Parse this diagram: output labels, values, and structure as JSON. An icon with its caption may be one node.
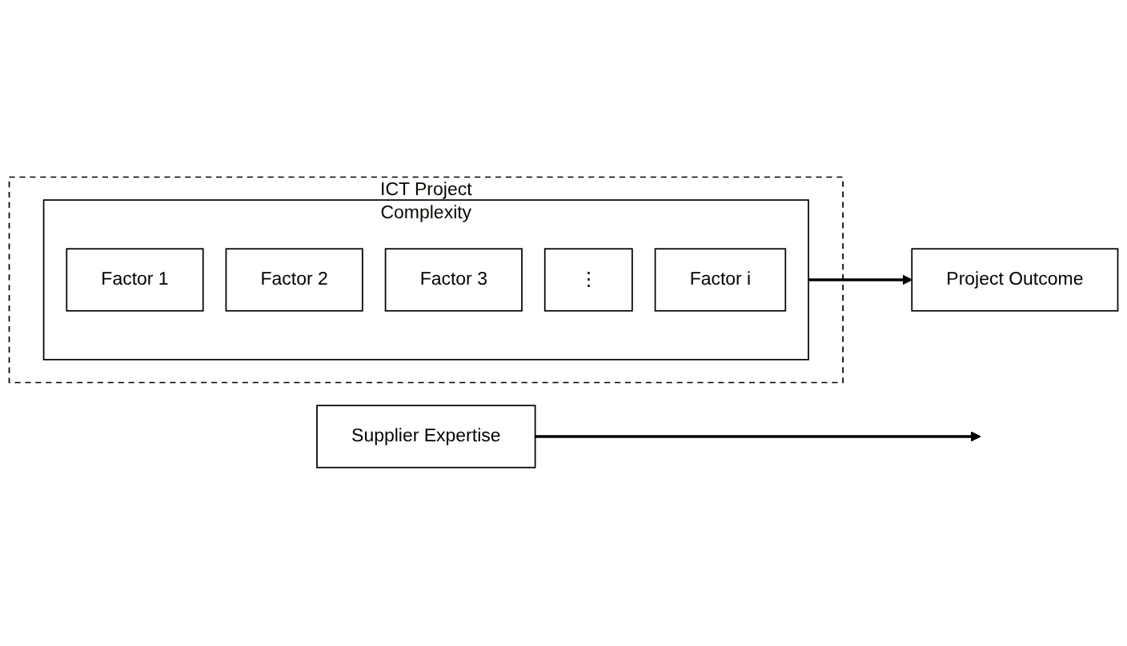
{
  "diagram": {
    "nodes": [
      {
        "text": [
          "ICT Project"
        ]
      },
      {
        "text": [
          "Complexity"
        ],
        "in": 0
      },
      {
        "text": [
          "Factor 1"
        ],
        "in": 1
      },
      {
        "text": [
          "Factor 2"
        ],
        "in": 1
      },
      {
        "text": [
          "Factor 3"
        ],
        "in": 1
      },
      {
        "text": [
          "⋮"
        ],
        "in": 1
      },
      {
        "text": [
          "Factor i"
        ],
        "in": 1
      },
      {
        "text": [
          "Supplier Expertise"
        ]
      },
      {
        "text": [
          "Project Outcome"
        ]
      }
    ],
    "edges": [
      {
        "from": 1,
        "to": 8,
        "arrow": "to"
      },
      {
        "from": 7,
        "to": null,
        "arrow": "to"
      }
    ]
  }
}
